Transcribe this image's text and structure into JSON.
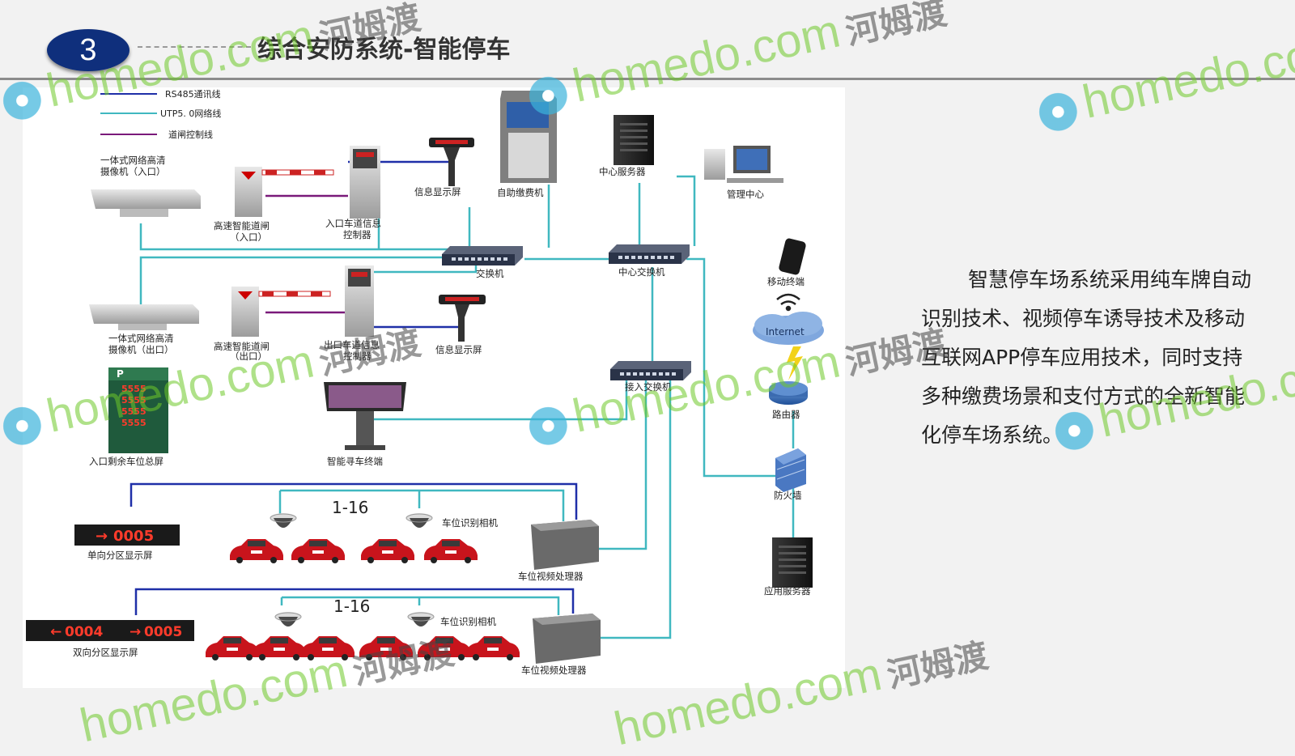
{
  "header": {
    "number": "3",
    "title": "综合安防系统-智能停车"
  },
  "description": "智慧停车场系统采用纯车牌自动识别技术、视频停车诱导技术及移动互联网APP停车应用技术，同时支持多种缴费场景和支付方式的全新智能化停车场系统。",
  "legend": [
    {
      "label": "RS485通讯线",
      "color": "#1f2fa8"
    },
    {
      "label": "UTP5. 0网络线",
      "color": "#40b8c0"
    },
    {
      "label": "道闸控制线",
      "color": "#7a1a7a"
    }
  ],
  "labels": {
    "camera_in": [
      "一体式网络高清",
      "摄像机（入口）"
    ],
    "camera_out": [
      "一体式网络高清",
      "摄像机（出口）"
    ],
    "barrier_in": [
      "高速智能道闸",
      "（入口）"
    ],
    "barrier_out": [
      "高速智能道闸",
      "（出口）"
    ],
    "lane_ctrl_in": [
      "入口车道信息",
      "控制器"
    ],
    "lane_ctrl_out": [
      "出口车道信息",
      "控制器"
    ],
    "display_in": "信息显示屏",
    "display_out": "信息显示屏",
    "kiosk": "自助缴费机",
    "center_server": "中心服务器",
    "mgmt_center": "管理中心",
    "switch": "交换机",
    "core_switch": "中心交换机",
    "access_switch": "接入交换机",
    "mobile": "移动终端",
    "internet": "Internet",
    "router": "路由器",
    "firewall": "防火墙",
    "app_server": "应用服务器",
    "total_screen": "入口剩余车位总屏",
    "total_screen_values": [
      "5555",
      "5555",
      "5555",
      "5555"
    ],
    "search_terminal": "智能寻车终端",
    "zone_single_screen": "单向分区显示屏",
    "zone_single_value": "0005",
    "zone_double_screen": "双向分区显示屏",
    "zone_double_left": "0004",
    "zone_double_right": "0005",
    "range": "1-16",
    "spot_camera": "车位识别相机",
    "video_processor": "车位视频处理器"
  },
  "watermark": {
    "text": "homedo.com",
    "cn": "河姆渡"
  }
}
